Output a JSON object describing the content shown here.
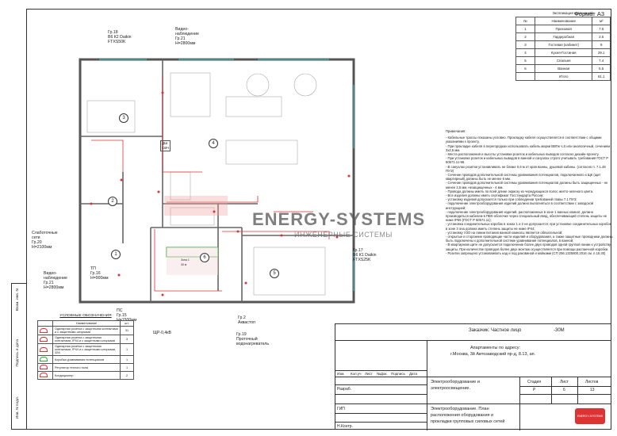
{
  "format_label": "Формат А3",
  "explication": {
    "title": "Экспликация помещений",
    "head": [
      "№",
      "Наименование",
      "м²"
    ],
    "rows": [
      [
        "1",
        "Прихожая",
        "7.5"
      ],
      [
        "2",
        "Гардеробная",
        "2.6"
      ],
      [
        "3",
        "Гостевая (кабинет)",
        "9"
      ],
      [
        "4",
        "Кухня-Гостиная",
        "29.1"
      ],
      [
        "5",
        "Спальня",
        "7.4"
      ],
      [
        "6",
        "Ванная",
        "5.5"
      ],
      [
        "",
        "Итого",
        "61.1"
      ]
    ]
  },
  "notes": {
    "heading": "Примечания:",
    "items": [
      "- Кабельные трассы показаны условно. Прокладку кабеля осуществляется в соответствии с общими указаниями к проекту.",
      "- При прокладке кабеля в перегородках использовать кабель марки ВВГнг-LS или аналогичный, сечением 3х2,5 мм.",
      "- Места расположения и высоты установки розеток и кабельных выводов согласно дизайн-проекту.",
      "- При установке розеток и кабельных выводов в ванной и санузлах строго учитывать требования ГОСТ Р 50571.11-96.",
      "- В санузлах розетки устанавливать не ближе 0,6 м от края ванны, душевой кабины. (согласно п. 7.1.48 ПУЭ)",
      "- Сечение проводов дополнительной системы уравнивания потенциалов, подключаемого к ЩК (щит квартирный) должны быть не менее 6 мм.",
      "- Сечение проводов дополнительной системы уравнивания потенциалов должны быть защищенных - не менее 2,5 мм, незащищенных - 4 мм.",
      "- Провода должны иметь по всей длине окраску из чередующихся полос желто-зеленого цвета.",
      "- Все изделия должны иметь сертификат Госстандарта России;",
      "- установку изделий допускается только при соблюдении требований главы 7.1 ПУЭ;",
      "- подключение электрооборудования изделий должно выполняться в соответствии с заводской инструкцией;",
      "- подключение электрооборудования изделий, расположенных в зоне 1 ванных комнат, должно производиться кабелем в ПВХ-оболочке через специальный ввод, обеспечивающий степень защиты не ниже IP55 (ГОСТ Р 50571.11);",
      "- установка соединительных коробок в зонах 1 и 2 не допускается; при установке соединительных коробок в зоне 3 она должна иметь степень защиты не ниже IP44;",
      "- установку УЗО на линии питания ванной комнаты является обязательной;",
      "- открытые и сторонние проводящие части изделий и оборудования, а также защитные проводники должны быть подключены к дополнительной системе уравнивания потенциалов, в ванной;",
      "- В квартирном щите не допускается подключение более двух проводов одной группой линии к устройству защиты. При количестве проводов более двух монтаж осуществляется при помощи распаечной коробки.",
      "- Розетки запрещено устанавливать над и под раковиной и мойками (СП 256.1325800.2016 см. п.15.30)"
    ]
  },
  "watermark": {
    "brand": "ENERGY-SYSTEMS",
    "sub": "ИНЖЕНЕРНЫЕ СИСТЕМЫ"
  },
  "plan": {
    "rooms": [
      "1",
      "2",
      "3",
      "4",
      "5",
      "6"
    ],
    "labels": {
      "ac1": [
        "Гр.18",
        "В6 К2 Daikin",
        "FTXS50K"
      ],
      "video1": [
        "Видео-",
        "наблюдение",
        "Гр.21",
        "Н=2800мм"
      ],
      "box": [
        "Слаботочные",
        "сети",
        "Гр.20",
        "Н=2100мм"
      ],
      "video2": [
        "Видео-",
        "наблюдение",
        "Гр.21",
        "Н=2800мм"
      ],
      "tp": [
        "ТП",
        "Гр.16",
        "Н=900мм"
      ],
      "ps": [
        "ПС",
        "Гр.15",
        "Н=1500мм"
      ],
      "shr": "ЩР-0,4кВ",
      "ac2": [
        "Гр.17",
        "В6 К1 Daikin",
        "FTXS25K"
      ],
      "aqua": [
        "Гр.2",
        "Аквастоп"
      ],
      "heater": [
        "Гр.19",
        "Проточный",
        "водонагреватель"
      ],
      "dsh": [
        "ДШ",
        "СВЧ"
      ],
      "bath_tag": [
        "Зона 1",
        "30 м"
      ]
    }
  },
  "legend": {
    "title": "УСЛОВНЫЕ ОБОЗНАЧЕНИЯ",
    "head": [
      "Наименование",
      "шт."
    ],
    "rows": [
      [
        "Одинарная розетка с защитными контактами и с защитными шторками",
        "31"
      ],
      [
        "Одинарная розетка с защитными контактами, IP44 и с защитными шторками",
        "3"
      ],
      [
        "Одинарная розетка с защитными контактами, IP44 и с защитными шторками, 32А",
        "1"
      ],
      [
        "Коробка уравнивания потенциалов",
        "1"
      ],
      [
        "Регулятор теплого пола",
        "1"
      ],
      [
        "Кондиционер",
        "2"
      ]
    ]
  },
  "stamp_left": [
    "Инв. N подл.",
    "Подпись и дата",
    "Взам. инв. N"
  ],
  "titleblock": {
    "customer": "Заказчик: Частное лицо",
    "code": "-30М",
    "address": [
      "Апартаменты по адресу:",
      "г.Москва, 3й Автозаводский пр-д, 8.13, ап."
    ],
    "cols": [
      "Изм.",
      "Кол.уч",
      "Лист",
      "№Док.",
      "Подпись",
      "Дата"
    ],
    "roles": [
      "Разраб.",
      "ГИП",
      "Н.Контр."
    ],
    "section": [
      "Электрооборудование и",
      "электроосвещение."
    ],
    "sheet_title": [
      "Электрооборудование. План",
      "расположения оборудования и",
      "прокладки групповых силовых сетей"
    ],
    "stage_head": [
      "Стадия",
      "Лист",
      "Листов"
    ],
    "stage_vals": [
      "Р",
      "6",
      "13"
    ],
    "logo": "ENERGY-SYSTEMS"
  },
  "colors": {
    "red": "#d33",
    "green": "#3a3",
    "pink": "#f2a0a0"
  }
}
